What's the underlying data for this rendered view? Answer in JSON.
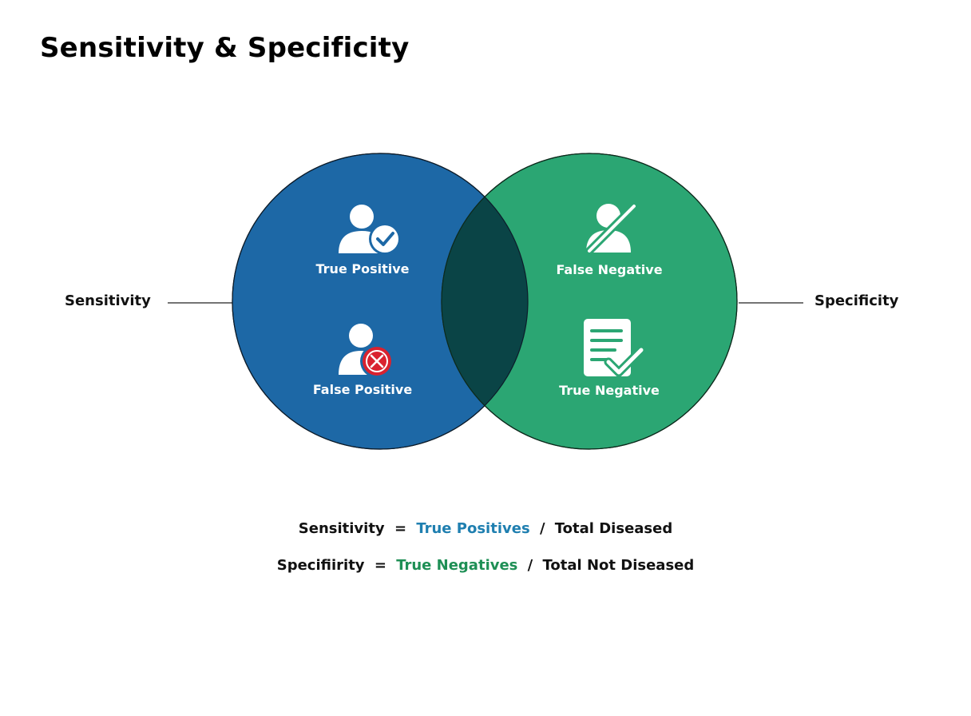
{
  "title": "Sensitivity & Specificity",
  "side_labels": {
    "left": "Sensitivity",
    "right": "Specificity"
  },
  "venn": {
    "left_circle_color": "#1d68a6",
    "right_circle_color": "#2ba673",
    "overlap_color": "#0a4446",
    "quadrants": {
      "top_left": {
        "label": "True Positive",
        "icon": "person-check-icon"
      },
      "bottom_left": {
        "label": "False Positive",
        "icon": "person-cross-icon"
      },
      "top_right": {
        "label": "False Negative",
        "icon": "person-slash-icon"
      },
      "bottom_right": {
        "label": "True Negative",
        "icon": "document-check-icon"
      }
    }
  },
  "formulas": [
    {
      "lhs": "Sensitivity",
      "equals": "=",
      "highlight": "True Positives",
      "highlight_color": "#1f7fb0",
      "slash": "/",
      "rhs": "Total Diseased"
    },
    {
      "lhs": "Specifiirity",
      "equals": "=",
      "highlight": "True Negatives",
      "highlight_color": "#1e8f55",
      "slash": "/",
      "rhs": "Total Not Diseased"
    }
  ]
}
